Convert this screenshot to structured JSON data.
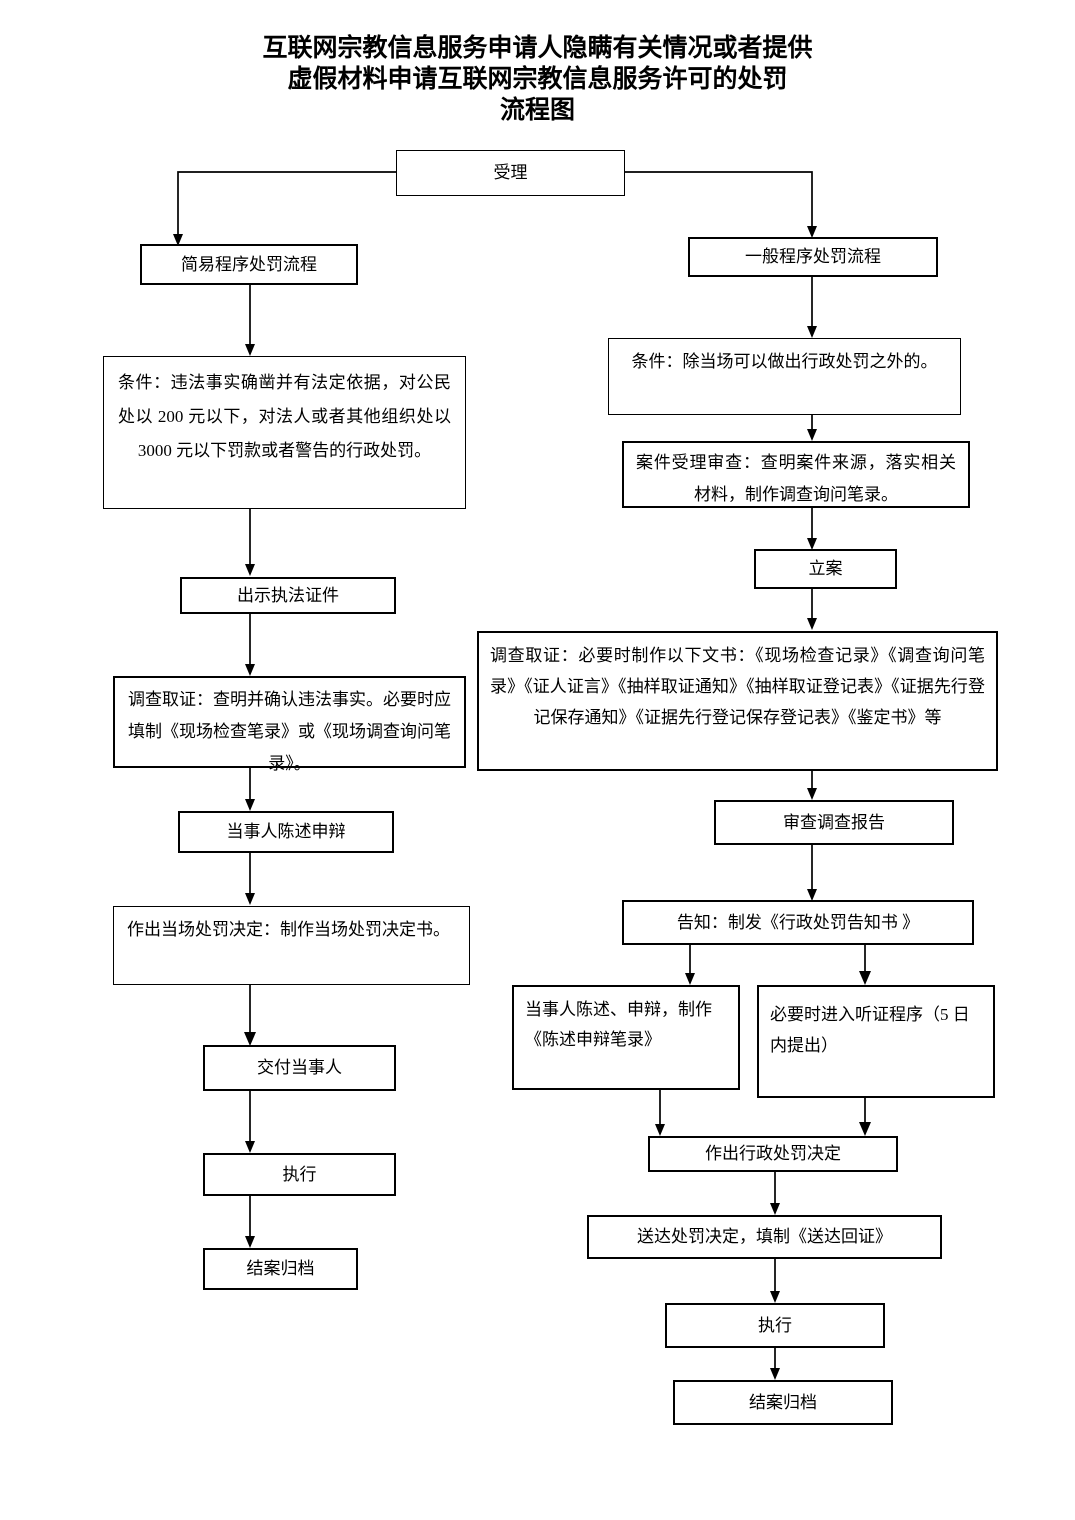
{
  "title": "互联网宗教信息服务申请人隐瞒有关情况或者提供\n虚假材料申请互联网宗教信息服务许可的处罚\n流程图",
  "flowchart": {
    "type": "flowchart",
    "orientation": "top-down",
    "branches": [
      "简易程序处罚流程",
      "一般程序处罚流程"
    ],
    "nodes": {
      "accept": "受理",
      "simple_branch": "简易程序处罚流程",
      "general_branch": "一般程序处罚流程",
      "simple_condition": "条件：违法事实确凿并有法定依据，对公民处以 200 元以下，对法人或者其他组织处以 3000 元以下罚款或者警告的行政处罚。",
      "simple_show_credentials": "出示执法证件",
      "simple_investigate": "调查取证：查明并确认违法事实。必要时应填制《现场检查笔录》或《现场调查询问笔录》。",
      "simple_statement": "当事人陈述申辩",
      "simple_decision": "作出当场处罚决定：制作当场处罚决定书。",
      "simple_deliver": "交付当事人",
      "simple_execute": "执行",
      "simple_archive": "结案归档",
      "general_condition": "条件：除当场可以做出行政处罚之外的。",
      "general_case_review": "案件受理审查：查明案件来源，落实相关材料，制作调查询问笔录。",
      "general_filing": "立案",
      "general_investigate": "调查取证：必要时制作以下文书：《现场检查记录》《调查询问笔录》《证人证言》《抽样取证通知》《抽样取证登记表》《证据先行登记保存通知》《证据先行登记保存登记表》《鉴定书》等",
      "general_review_report": "审查调查报告",
      "general_notify": "告知：制发《行政处罚告知书 》",
      "general_statement": "当事人陈述、申辩，制作《陈述申辩笔录》",
      "general_hearing": "必要时进入听证程序（5 日内提出）",
      "general_decision": "作出行政处罚决定",
      "general_serve": "送达处罚决定，填制《送达回证》",
      "general_execute": "执行",
      "general_archive": "结案归档"
    }
  },
  "colors": {
    "stroke": "#000000",
    "background": "#ffffff",
    "text": "#000000"
  }
}
